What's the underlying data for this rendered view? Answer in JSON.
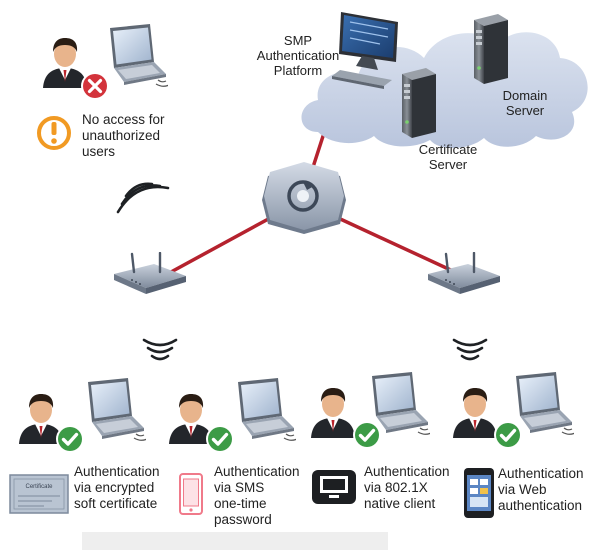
{
  "labels": {
    "smp_platform": [
      "SMP",
      "Authentication",
      "Platform"
    ],
    "domain_server": [
      "Domain",
      "Server"
    ],
    "certificate_server": [
      "Certificate",
      "Server"
    ],
    "no_access": [
      "No access for",
      "unauthorized",
      "users"
    ],
    "cert_badge": "Certificate"
  },
  "clients": [
    {
      "lines": [
        "Authentication",
        "via encrypted",
        "soft certificate"
      ]
    },
    {
      "lines": [
        "Authentication",
        "via SMS",
        "one-time",
        "password"
      ]
    },
    {
      "lines": [
        "Authentication",
        "via 802.1X",
        "native client"
      ]
    },
    {
      "lines": [
        "Authentication",
        "via Web",
        "authentication"
      ]
    }
  ],
  "colors": {
    "link": "#b5222e",
    "cloud": "#c9d3e6",
    "device": "#8d99aa",
    "check": "#3c9b46",
    "deny": "#d3333b",
    "warning": "#f19a23",
    "phone": "#f07a8a"
  }
}
